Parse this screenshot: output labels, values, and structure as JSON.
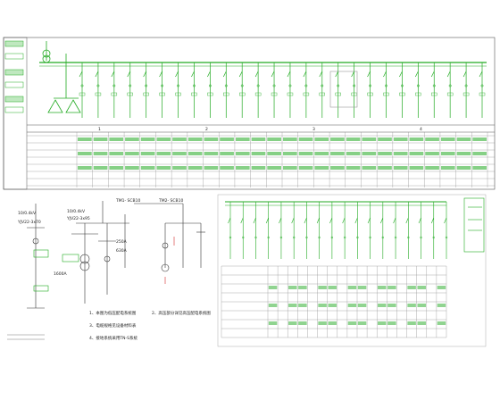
{
  "sheet_a": {
    "left_labels": [
      "",
      "",
      "",
      ""
    ],
    "row_labels": [
      "",
      "",
      "",
      "",
      "",
      ""
    ],
    "section_numbers": [
      "1",
      "2",
      "3",
      "4"
    ],
    "panel_count": 26
  },
  "sheet_b": {
    "transformer_labels": [
      "TM1- SCB10",
      "TM2- SCB10"
    ],
    "feeder_labels": [
      "10/0.4kV",
      "10/0.4kV"
    ],
    "notes": [
      "1、本图为低压配电系统图",
      "2、高压部分详见高压配电系统图",
      "3、电缆规格见设备材料表",
      "4、接地系统采用TN-S系统"
    ],
    "cable_labels": [
      "YJV22-3x70",
      "YJV22-3x95"
    ],
    "ratings": [
      "250A",
      "630A",
      "1600A"
    ]
  },
  "sheet_c": {
    "panel_count": 18,
    "row_count": 6
  }
}
